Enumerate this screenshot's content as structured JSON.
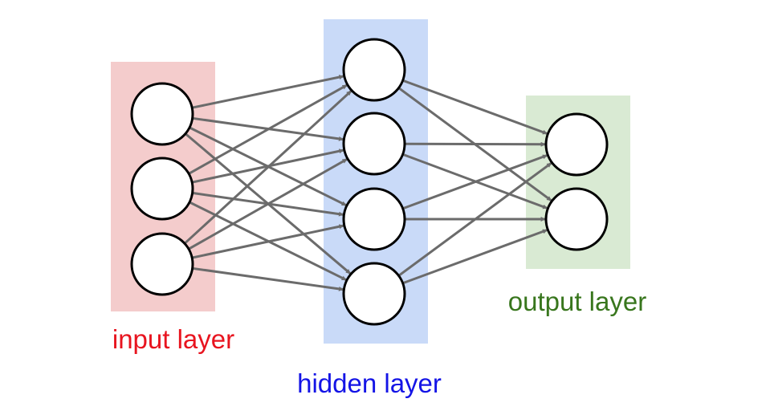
{
  "layers": [
    {
      "label": "input layer",
      "neurons": 3,
      "label_color": "#e8141f",
      "band_color": "#f4cccc"
    },
    {
      "label": "hidden layer",
      "neurons": 4,
      "label_color": "#1414e6",
      "band_color": "#c9daf8"
    },
    {
      "label": "output layer",
      "neurons": 2,
      "label_color": "#38761d",
      "band_color": "#d9ead3"
    }
  ],
  "colors": {
    "edge": "#6b6b6b",
    "neuron_fill": "#ffffff",
    "neuron_stroke": "#000000"
  }
}
